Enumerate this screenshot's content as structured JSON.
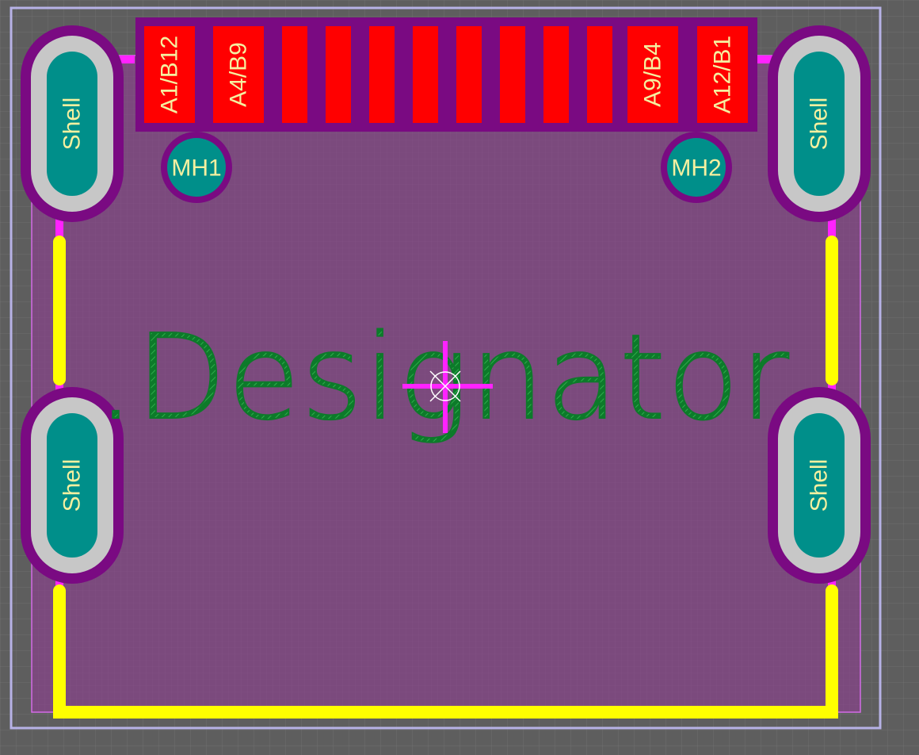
{
  "colors": {
    "background": "#5e5e5e",
    "grid": "#6f6f6f",
    "board_outline": "#b7b2e6",
    "courtyard": "#b24fc8",
    "component_fill": "#7b4a7d",
    "smd_pad": "#ff0000",
    "pad_mask": "#7a0a82",
    "pad_body": "#c7c7c7",
    "drill": "#008f8a",
    "silk": "#ffffff",
    "silk_text": "#f5f0a0",
    "overlay_yellow": "#ffff00",
    "trace_magenta": "#ff22ff",
    "designator_green": "#0d7a2a",
    "origin": "#ffffff"
  },
  "pads": [
    {
      "label": "A1/B12"
    },
    {
      "label": "A4/B9"
    },
    {
      "label": ""
    },
    {
      "label": ""
    },
    {
      "label": ""
    },
    {
      "label": ""
    },
    {
      "label": ""
    },
    {
      "label": ""
    },
    {
      "label": ""
    },
    {
      "label": ""
    },
    {
      "label": "A9/B4"
    },
    {
      "label": "A12/B1"
    }
  ],
  "mounting_holes": [
    {
      "label": "MH1"
    },
    {
      "label": "MH2"
    }
  ],
  "shell_pads": [
    {
      "label": "Shell"
    },
    {
      "label": "Shell"
    },
    {
      "label": "Shell"
    },
    {
      "label": "Shell"
    }
  ],
  "designator": ".Designator"
}
